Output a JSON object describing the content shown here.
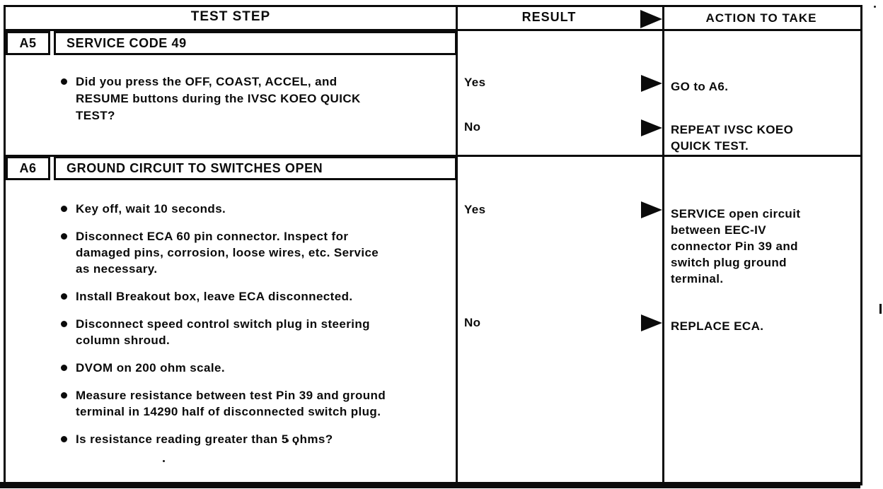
{
  "colors": {
    "ink": "#0b0b0b",
    "paper": "#ffffff"
  },
  "header": {
    "test_step": "TEST STEP",
    "result": "RESULT",
    "action": "ACTION TO TAKE"
  },
  "steps": [
    {
      "id": "A5",
      "title": "SERVICE CODE 49",
      "bullets": [
        "Did you press the OFF, COAST, ACCEL, and\nRESUME buttons during the IVSC KOEO QUICK\nTEST?"
      ],
      "results": [
        {
          "label": "Yes",
          "action": "GO to A6."
        },
        {
          "label": "No",
          "action": "REPEAT IVSC KOEO\nQUICK TEST."
        }
      ]
    },
    {
      "id": "A6",
      "title": "GROUND CIRCUIT TO SWITCHES OPEN",
      "bullets": [
        "Key off, wait 10 seconds.",
        "Disconnect ECA 60 pin connector. Inspect for\ndamaged pins, corrosion, loose wires, etc. Service\nas necessary.",
        "Install Breakout box, leave ECA disconnected.",
        "Disconnect speed control switch plug in steering\ncolumn shroud.",
        "DVOM on 200 ohm scale.",
        "Measure resistance between test Pin 39 and ground\nterminal in 14290 half of disconnected switch plug.",
        "Is resistance reading greater than 5 ohms?"
      ],
      "results": [
        {
          "label": "Yes",
          "action": "SERVICE open circuit\nbetween EEC-IV\nconnector Pin 39 and\nswitch plug ground\nterminal."
        },
        {
          "label": "No",
          "action": "REPLACE ECA."
        }
      ]
    }
  ]
}
